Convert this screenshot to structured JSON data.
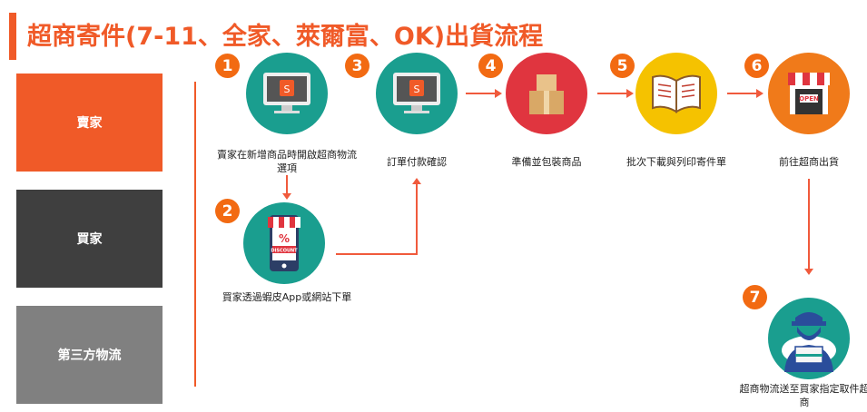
{
  "title": "超商寄件(7-11、全家、萊爾富、OK)出貨流程",
  "lanes": {
    "seller": "賣家",
    "buyer": "買家",
    "logistics": "第三方物流"
  },
  "colors": {
    "accent": "#f05a28",
    "teal": "#1a9e8f",
    "red": "#e0353f",
    "yellow": "#f5c200",
    "orange": "#f07a1a"
  },
  "steps": [
    {
      "num": "1",
      "label": "賣家在新增商品時開啟超商物流選項"
    },
    {
      "num": "2",
      "label": "買家透過蝦皮App或網站下單"
    },
    {
      "num": "3",
      "label": "訂單付款確認"
    },
    {
      "num": "4",
      "label": "準備並包裝商品"
    },
    {
      "num": "5",
      "label": "批次下載與列印寄件單"
    },
    {
      "num": "6",
      "label": "前往超商出貨"
    },
    {
      "num": "7",
      "label": "超商物流送至買家指定取件超商"
    }
  ],
  "icon_text": {
    "discount": "DISCOUNT",
    "percent": "%",
    "open": "OPEN",
    "shop": "S"
  }
}
